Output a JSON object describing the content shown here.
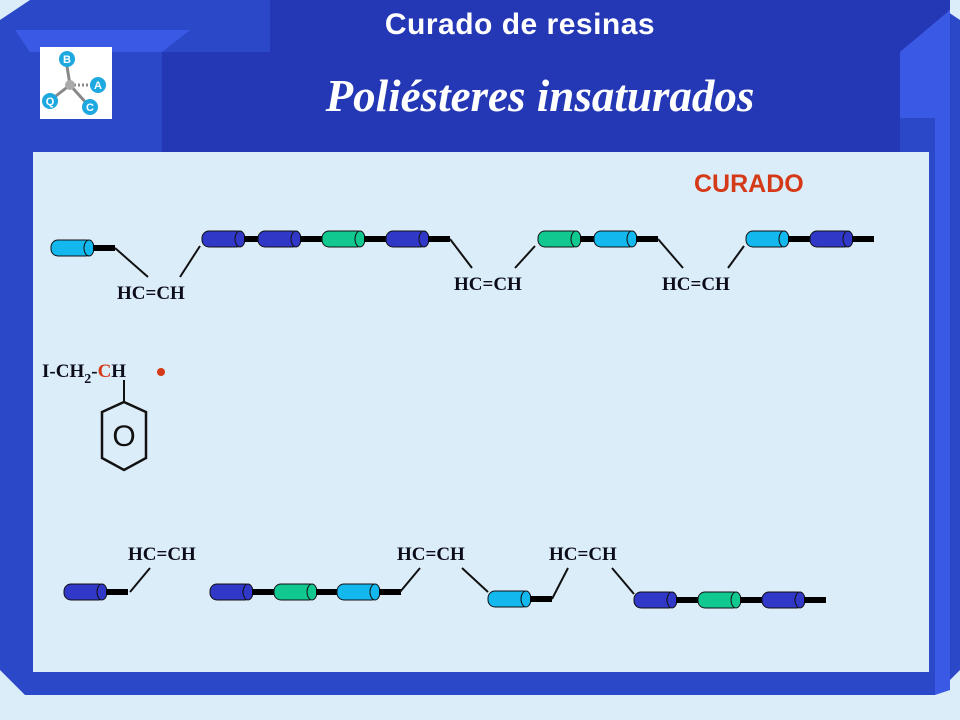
{
  "header": {
    "section_title": "Curado de resinas",
    "slide_title": "Poliésteres insaturados"
  },
  "logo": {
    "letters": [
      "B",
      "A",
      "C",
      "Q"
    ]
  },
  "panel": {
    "heading": "CURADO"
  },
  "colors": {
    "frame": "#2a48c8",
    "frame_light": "#3a5ae6",
    "panel_bg": "#dcedfa",
    "segment_blue": "#3038c8",
    "segment_cyan": "#12b8ee",
    "segment_green": "#10c890",
    "accent_red": "#d53a18"
  },
  "top_chain": {
    "labels": [
      "HC=CH",
      "HC=CH",
      "HC=CH"
    ],
    "segments": [
      "cyan",
      "blue",
      "blue",
      "green",
      "blue",
      "green",
      "cyan",
      "cyan",
      "blue"
    ]
  },
  "initiator": {
    "prefix": "I-CH",
    "subscript": "2",
    "dash": "-",
    "radical_carbon": "C",
    "suffix": "H",
    "ring_label": "O"
  },
  "bottom_chain": {
    "labels": [
      "HC=CH",
      "HC=CH",
      "HC=CH"
    ],
    "segments": [
      "blue",
      "blue",
      "green",
      "cyan",
      "cyan",
      "blue",
      "green",
      "blue"
    ]
  }
}
